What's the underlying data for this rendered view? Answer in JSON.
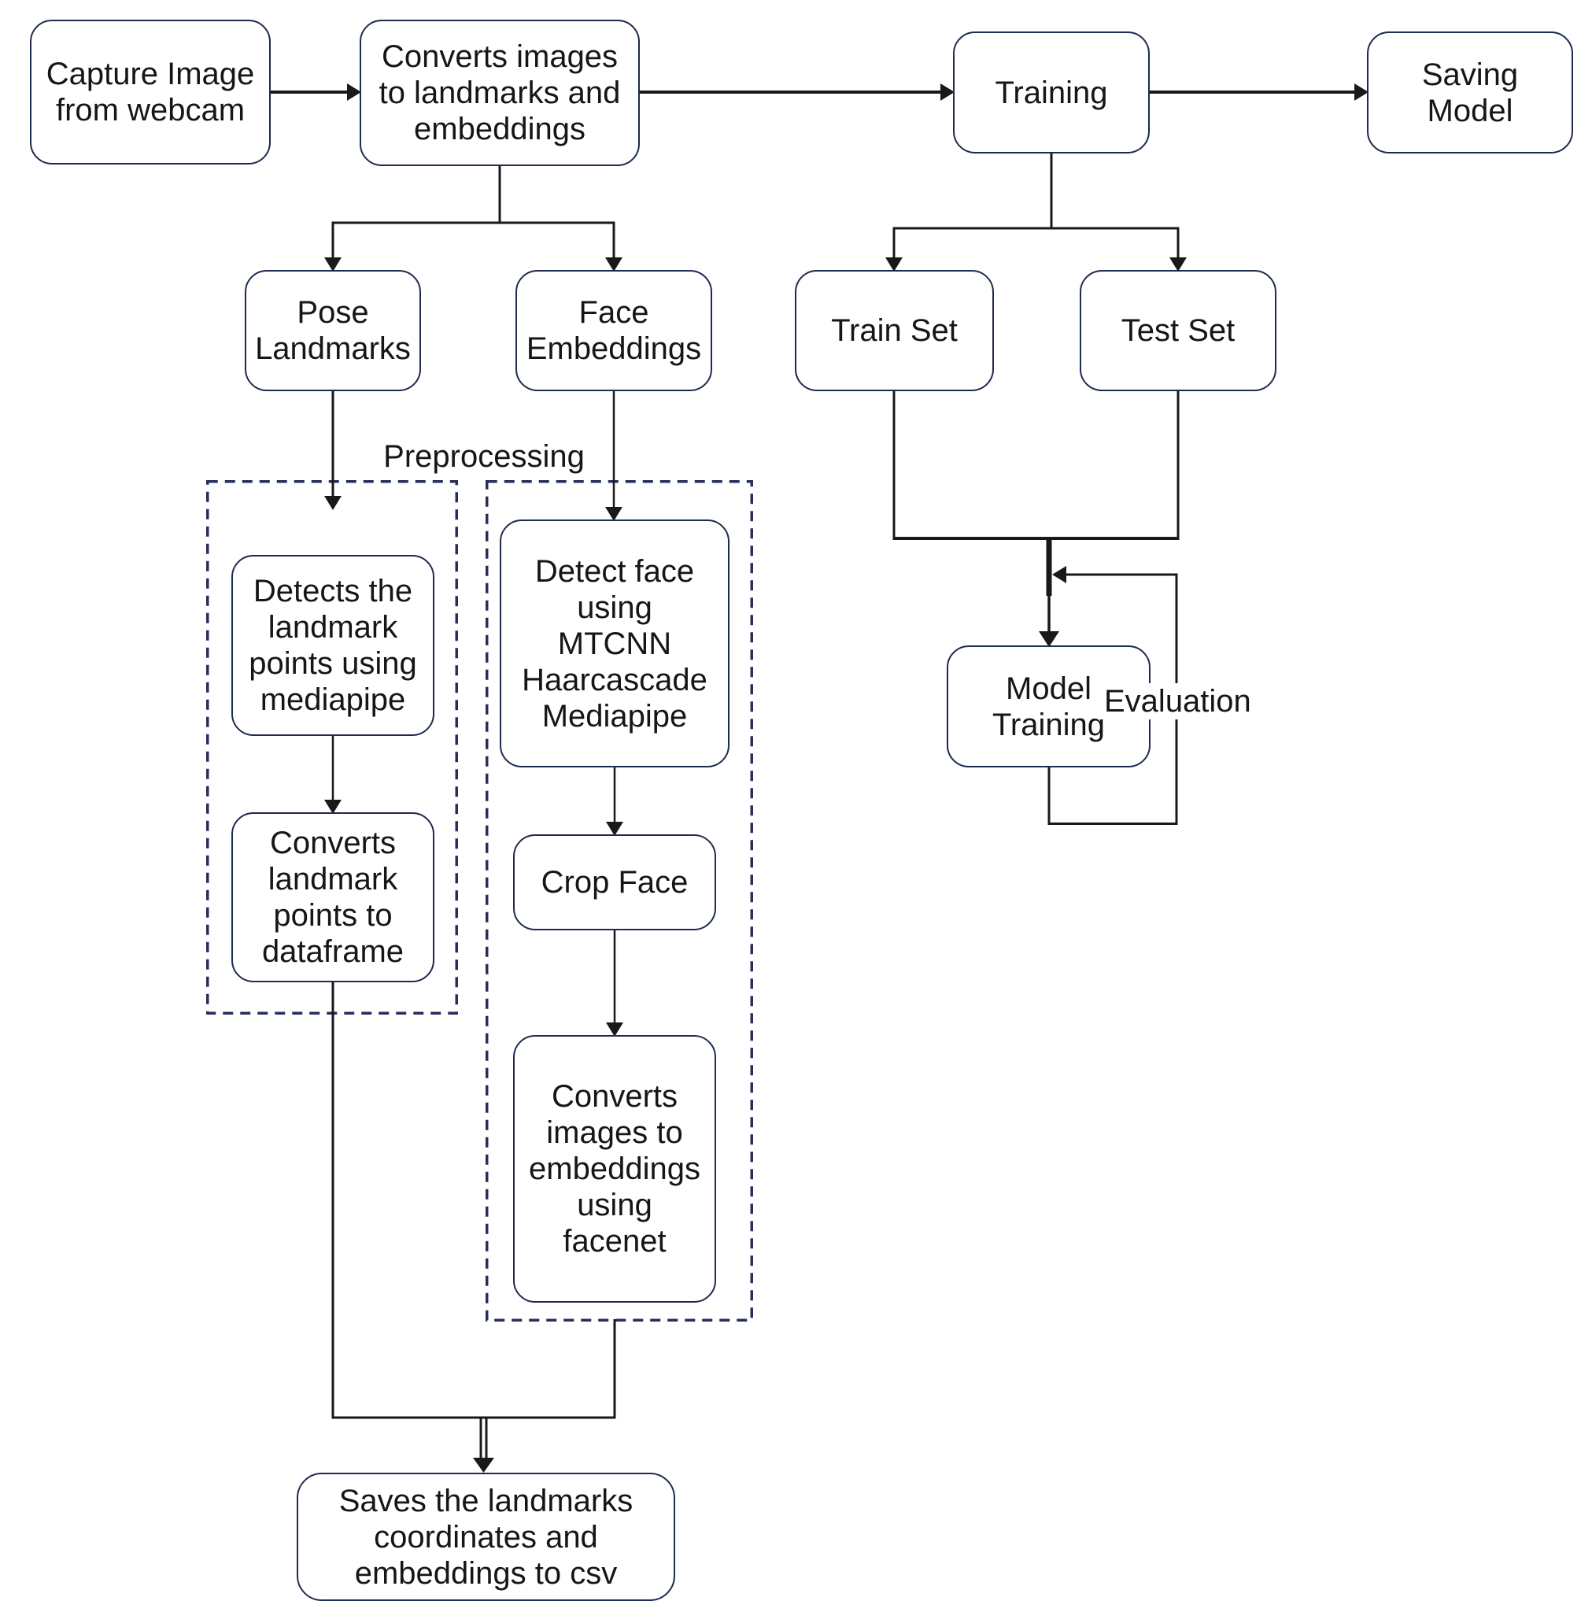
{
  "diagram": {
    "nodes": {
      "capture": {
        "label": "Capture Image\nfrom webcam"
      },
      "converts": {
        "label": "Converts images\nto landmarks and\nembeddings"
      },
      "training": {
        "label": "Training"
      },
      "saving": {
        "label": "Saving\nModel"
      },
      "pose": {
        "label": "Pose\nLandmarks"
      },
      "face": {
        "label": "Face\nEmbeddings"
      },
      "trainset": {
        "label": "Train Set"
      },
      "testset": {
        "label": "Test Set"
      },
      "detect_landmarks": {
        "label": "Detects the\nlandmark\npoints using\nmediapipe"
      },
      "detect_face": {
        "label": "Detect face\nusing\nMTCNN\nHaarcascade\nMediapipe"
      },
      "landmarks_to_dataframe": {
        "label": "Converts\nlandmark\npoints to\ndataframe"
      },
      "crop_face": {
        "label": "Crop Face"
      },
      "facenet": {
        "label": "Converts\nimages to\nembeddings\nusing\nfacenet"
      },
      "model_training": {
        "label": "Model\nTraining"
      },
      "save_csv": {
        "label": "Saves the landmarks\ncoordinates and\nembeddings to csv"
      }
    },
    "labels": {
      "preprocessing": "Preprocessing",
      "evaluation": "Evaluation"
    },
    "colors": {
      "node_border": "#1e2a4f",
      "dashed_border": "#252f5b",
      "connector": "#191919",
      "text": "#161616",
      "background": "#ffffff"
    }
  }
}
